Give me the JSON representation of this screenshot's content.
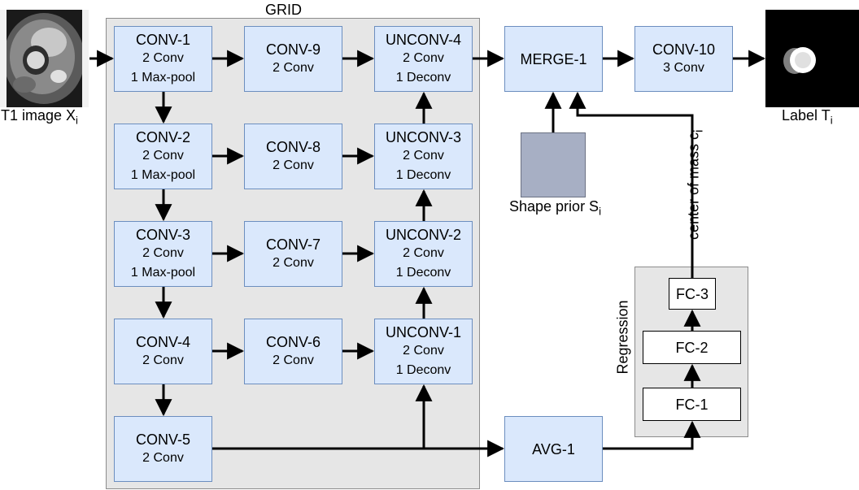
{
  "grid_label": "GRID",
  "regression_label": "Regression",
  "nodes": {
    "conv1": {
      "title": "CONV-1",
      "line1": "2 Conv",
      "line2": "1 Max-pool"
    },
    "conv2": {
      "title": "CONV-2",
      "line1": "2 Conv",
      "line2": "1 Max-pool"
    },
    "conv3": {
      "title": "CONV-3",
      "line1": "2 Conv",
      "line2": "1 Max-pool"
    },
    "conv4": {
      "title": "CONV-4",
      "line1": "2 Conv"
    },
    "conv5": {
      "title": "CONV-5",
      "line1": "2 Conv"
    },
    "conv6": {
      "title": "CONV-6",
      "line1": "2 Conv"
    },
    "conv7": {
      "title": "CONV-7",
      "line1": "2 Conv"
    },
    "conv8": {
      "title": "CONV-8",
      "line1": "2 Conv"
    },
    "conv9": {
      "title": "CONV-9",
      "line1": "2 Conv"
    },
    "unconv1": {
      "title": "UNCONV-1",
      "line1": "2 Conv",
      "line2": "1 Deconv"
    },
    "unconv2": {
      "title": "UNCONV-2",
      "line1": "2 Conv",
      "line2": "1 Deconv"
    },
    "unconv3": {
      "title": "UNCONV-3",
      "line1": "2 Conv",
      "line2": "1 Deconv"
    },
    "unconv4": {
      "title": "UNCONV-4",
      "line1": "2 Conv",
      "line2": "1 Deconv"
    },
    "merge1": {
      "title": "MERGE-1"
    },
    "conv10": {
      "title": "CONV-10",
      "line1": "3 Conv"
    },
    "avg1": {
      "title": "AVG-1"
    },
    "fc1": {
      "title": "FC-1"
    },
    "fc2": {
      "title": "FC-2"
    },
    "fc3": {
      "title": "FC-3"
    }
  },
  "input_image": {
    "label": "T1 image X",
    "sub": "i",
    "icon": "mri-slice-icon"
  },
  "output_image": {
    "label": "Label T",
    "sub": "i",
    "icon": "segmentation-mask-icon"
  },
  "shape_prior": {
    "label": "Shape prior S",
    "sub": "i"
  },
  "center_of_mass": {
    "label": "center of mass c",
    "sub": "i"
  },
  "colors": {
    "block_fill": "#dae8fc",
    "block_stroke": "#6c8ebf",
    "group_fill": "#e6e6e6",
    "prior_fill": "#a7afc4"
  }
}
